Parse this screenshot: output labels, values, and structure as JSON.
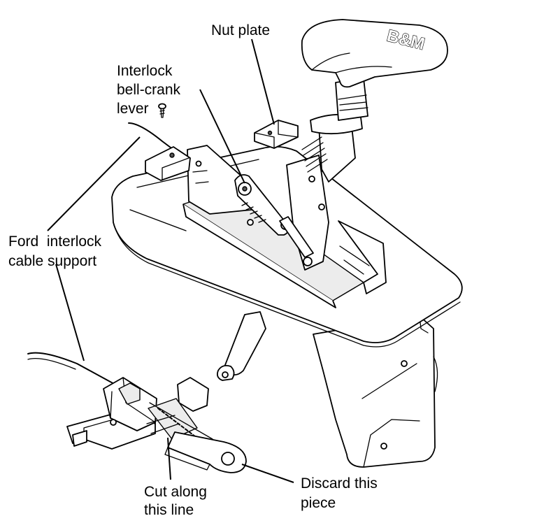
{
  "labels": {
    "nut_plate": "Nut plate",
    "interlock_line1": "Interlock",
    "interlock_line2": "bell-crank",
    "interlock_line3": "lever",
    "ford_line1": "Ford  interlock",
    "ford_line2": "cable support",
    "cut_line1": "Cut along",
    "cut_line2": "this line",
    "discard_line1": "Discard this",
    "discard_line2": "piece"
  },
  "knob_text": "B&M",
  "colors": {
    "ink": "#000000",
    "paper": "#ffffff"
  }
}
